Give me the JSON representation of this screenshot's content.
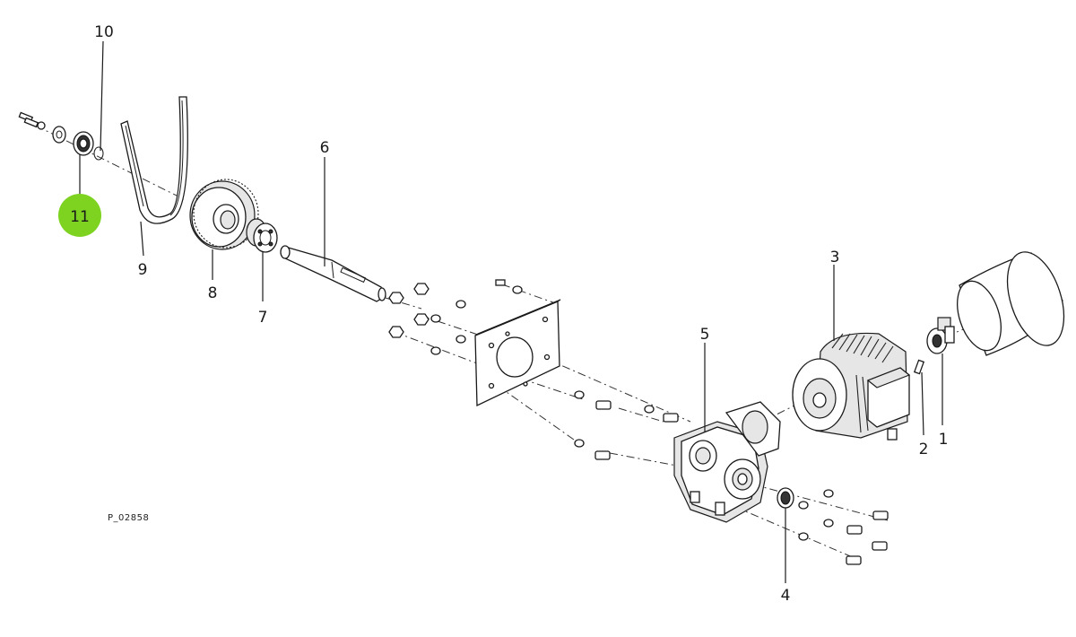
{
  "diagram": {
    "reference_code": "P_02858",
    "highlight_color": "#7ed321",
    "callouts": [
      {
        "id": "1",
        "label": "1"
      },
      {
        "id": "2",
        "label": "2"
      },
      {
        "id": "3",
        "label": "3"
      },
      {
        "id": "4",
        "label": "4"
      },
      {
        "id": "5",
        "label": "5"
      },
      {
        "id": "6",
        "label": "6"
      },
      {
        "id": "7",
        "label": "7"
      },
      {
        "id": "8",
        "label": "8"
      },
      {
        "id": "9",
        "label": "9"
      },
      {
        "id": "10",
        "label": "10"
      },
      {
        "id": "11",
        "label": "11",
        "highlighted": true
      }
    ]
  }
}
